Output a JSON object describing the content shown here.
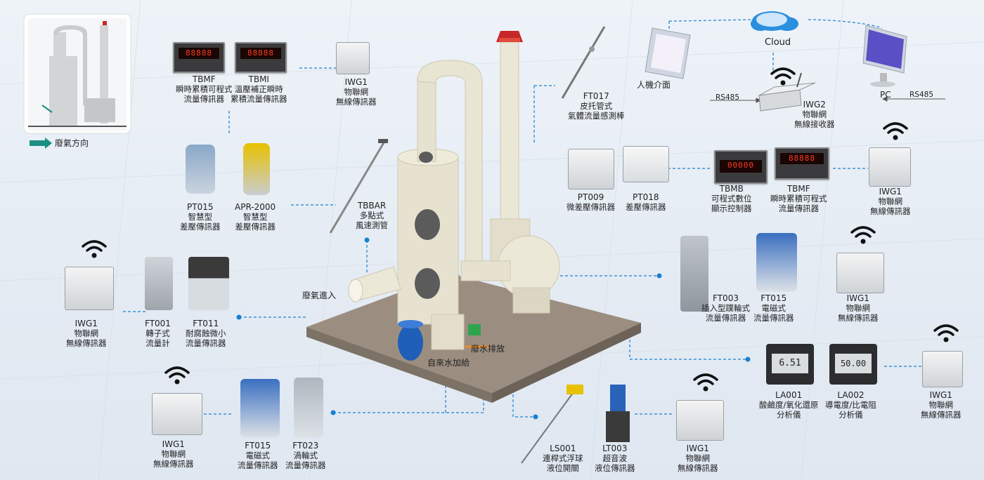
{
  "inset": {
    "legend_label": "廢氣方向"
  },
  "cloud_label": "Cloud",
  "hmi_label": "人機介面",
  "pc_label": "PC",
  "rs485_left": "RS485",
  "rs485_right": "RS485",
  "scrubber": {
    "gas_in": "廢氣進入",
    "water_supply": "自來水加給",
    "waste_water": "廢水排放"
  },
  "devices": {
    "tbmf_top": {
      "code": "TBMF",
      "line1": "瞬時累積可程式",
      "line2": "流量傳訊器"
    },
    "tbmi": {
      "code": "TBMI",
      "line1": "溫壓補正瞬時",
      "line2": "累積流量傳訊器"
    },
    "iwg1_top": {
      "code": "IWG1",
      "line1": "物聯網",
      "line2": "無線傳訊器"
    },
    "ft017": {
      "code": "FT017",
      "line1": "皮托管式",
      "line2": "氣體流量感測棒"
    },
    "iwg2": {
      "code": "IWG2",
      "line1": "物聯網",
      "line2": "無線接收器"
    },
    "pt015": {
      "code": "PT015",
      "line1": "智慧型",
      "line2": "差壓傳訊器"
    },
    "apr2000": {
      "code": "APR-2000",
      "line1": "智慧型",
      "line2": "差壓傳訊器"
    },
    "tbbar": {
      "code": "TBBAR",
      "line1": "多點式",
      "line2": "風速測管"
    },
    "pt009": {
      "code": "PT009",
      "line1": "微差壓傳訊器"
    },
    "pt018": {
      "code": "PT018",
      "line1": "差壓傳訊器"
    },
    "tbmb": {
      "code": "TBMB",
      "line1": "可程式數位",
      "line2": "顯示控制器"
    },
    "tbmf_right": {
      "code": "TBMF",
      "line1": "瞬時累積可程式",
      "line2": "流量傳訊器"
    },
    "iwg1_right1": {
      "code": "IWG1",
      "line1": "物聯網",
      "line2": "無線傳訊器"
    },
    "iwg1_left": {
      "code": "IWG1",
      "line1": "物聯網",
      "line2": "無線傳訊器"
    },
    "ft001": {
      "code": "FT001",
      "line1": "轉子式",
      "line2": "流量計"
    },
    "ft011": {
      "code": "FT011",
      "line1": "耐腐蝕微小",
      "line2": "流量傳訊器"
    },
    "ft003": {
      "code": "FT003",
      "line1": "插入型蹼輪式",
      "line2": "流量傳訊器"
    },
    "ft015_right": {
      "code": "FT015",
      "line1": "電磁式",
      "line2": "流量傳訊器"
    },
    "iwg1_right2": {
      "code": "IWG1",
      "line1": "物聯網",
      "line2": "無線傳訊器"
    },
    "la001": {
      "code": "LA001",
      "line1": "酸鹼度/氧化還原",
      "line2": "分析儀"
    },
    "la002": {
      "code": "LA002",
      "line1": "導電度/比電阻",
      "line2": "分析儀"
    },
    "iwg1_far_right": {
      "code": "IWG1",
      "line1": "物聯網",
      "line2": "無線傳訊器"
    },
    "iwg1_bottom_left": {
      "code": "IWG1",
      "line1": "物聯網",
      "line2": "無線傳訊器"
    },
    "ft015_bottom": {
      "code": "FT015",
      "line1": "電磁式",
      "line2": "流量傳訊器"
    },
    "ft023": {
      "code": "FT023",
      "line1": "渦輪式",
      "line2": "流量傳訊器"
    },
    "ls001": {
      "code": "LS001",
      "line1": "連桿式浮球",
      "line2": "液位開關"
    },
    "lt003": {
      "code": "LT003",
      "line1": "超音波",
      "line2": "液位傳訊器"
    },
    "iwg1_bottom": {
      "code": "IWG1",
      "line1": "物聯網",
      "line2": "無線傳訊器"
    }
  },
  "displays": {
    "tbmf_top": "88888",
    "tbmi": "88888",
    "tbmb": "00000",
    "tbmf_right": "88888",
    "la001": "6.51",
    "la002": "50.00"
  },
  "colors": {
    "accent_teal": "#1a8f83",
    "link_blue": "#1a80d0",
    "stack": "#e9e5d3",
    "cap_red": "#c62828"
  }
}
